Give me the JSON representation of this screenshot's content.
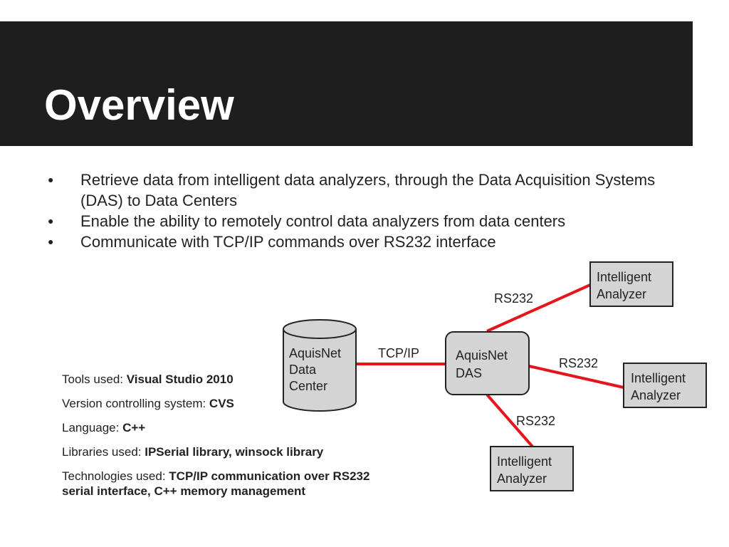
{
  "slide": {
    "title": "Overview",
    "bullets": [
      "Retrieve data from intelligent data analyzers, through the Data Acquisition Systems (DAS) to Data Centers",
      "Enable the ability to remotely control data analyzers from data centers",
      "Communicate with TCP/IP commands over RS232 interface"
    ],
    "bullet_glyph": "●"
  },
  "tools": [
    {
      "label": "Tools used: ",
      "value": "Visual Studio 2010"
    },
    {
      "label": "Version controlling system: ",
      "value": "CVS"
    },
    {
      "label": "Language: ",
      "value": "C++"
    },
    {
      "label": "Libraries used: ",
      "value": "IPSerial library, winsock library"
    },
    {
      "label": "Technologies used: ",
      "value": "TCP/IP communication over RS232 serial interface, C++ memory management"
    }
  ],
  "diagram": {
    "data_center": {
      "line1": "AquisNet",
      "line2": "Data",
      "line3": "Center"
    },
    "das": {
      "line1": "AquisNet",
      "line2": "DAS"
    },
    "analyzer_top": {
      "line1": "Intelligent",
      "line2": "Analyzer"
    },
    "analyzer_right": {
      "line1": "Intelligent",
      "line2": "Analyzer"
    },
    "analyzer_bottom": {
      "line1": "Intelligent",
      "line2": "Analyzer"
    },
    "link_tcpip": "TCP/IP",
    "link_rs232_top": "RS232",
    "link_rs232_right": "RS232",
    "link_rs232_bottom": "RS232",
    "colors": {
      "link": "#e8141c",
      "box_fill": "#d4d4d4",
      "box_stroke": "#222222"
    }
  }
}
